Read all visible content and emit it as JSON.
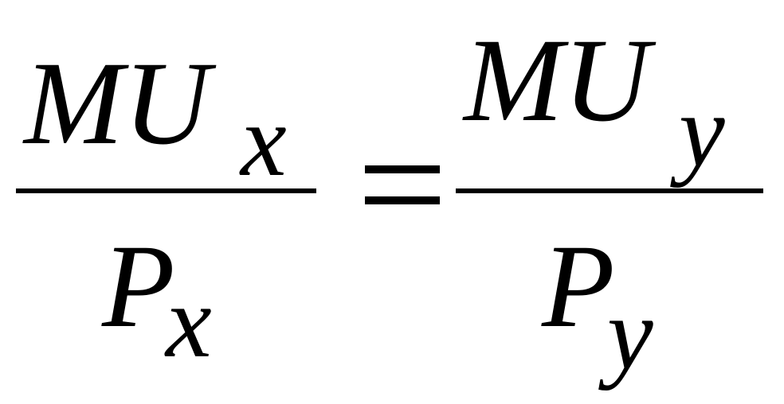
{
  "equation": {
    "left": {
      "numerator": {
        "base": "MU",
        "sub": "x"
      },
      "denominator": {
        "base": "P",
        "sub": "x"
      }
    },
    "operator": "=",
    "right": {
      "numerator": {
        "base": "MU",
        "sub": "y"
      },
      "denominator": {
        "base": "P",
        "sub": "y"
      }
    }
  }
}
